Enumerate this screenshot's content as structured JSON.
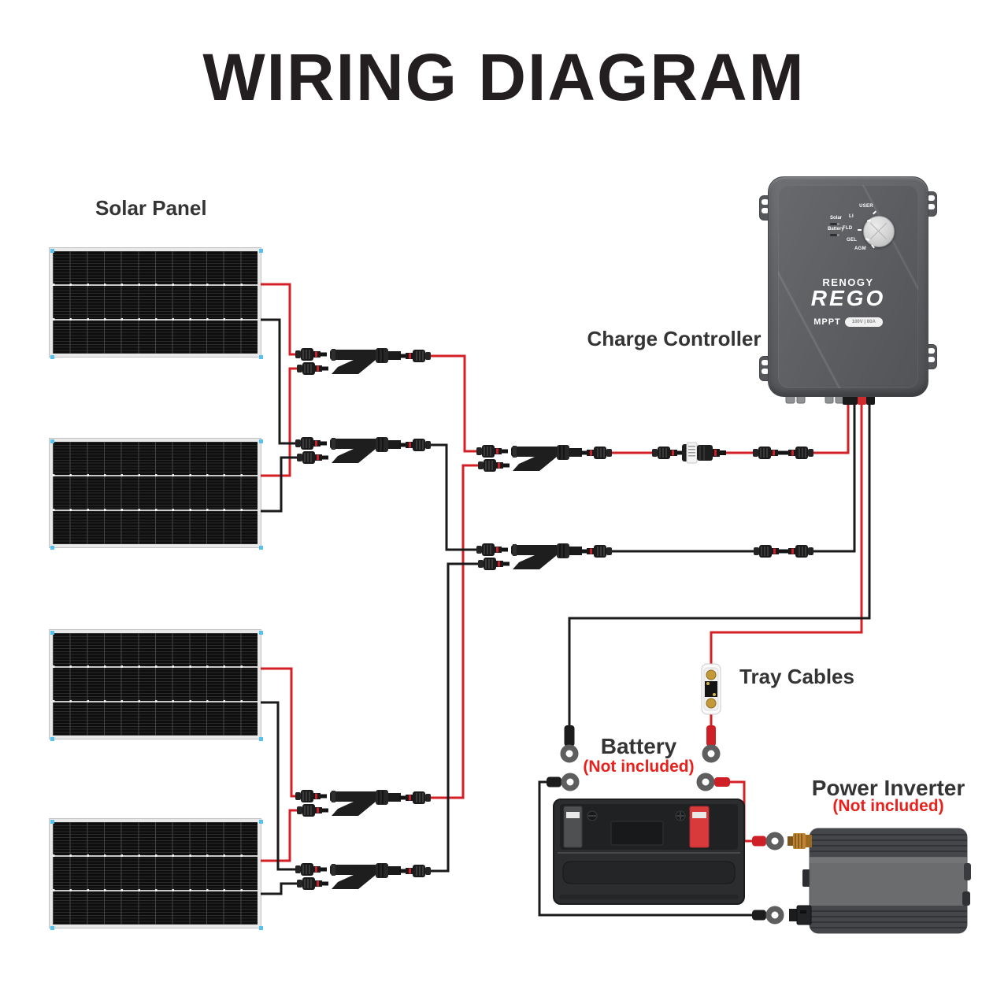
{
  "title": "WIRING DIAGRAM",
  "labels": {
    "solar_panel": "Solar Panel",
    "charge_controller": "Charge Controller",
    "tray_cables": "Tray Cables",
    "battery": "Battery",
    "battery_note": "(Not included)",
    "power_inverter": "Power Inverter",
    "inverter_note": "(Not included)"
  },
  "controller": {
    "brand": "RENOGY",
    "model": "REGO",
    "type": "MPPT",
    "rating_badge": "100V | 60A",
    "indicators": [
      {
        "label": "Solar"
      },
      {
        "label": "Battery"
      }
    ],
    "dial_modes": [
      "USER",
      "LI",
      "FLD",
      "GEL",
      "AGM"
    ]
  },
  "diagram": {
    "solar_panel_count": 4,
    "wire_positive_color": "#d41f26",
    "wire_negative_color": "#1a1a1a",
    "note_color": "#e8211d",
    "connector_type": "MC4 Y-branch",
    "inline_fuse_on_pv_positive": true,
    "anl_fuse_on_battery_positive": true
  }
}
